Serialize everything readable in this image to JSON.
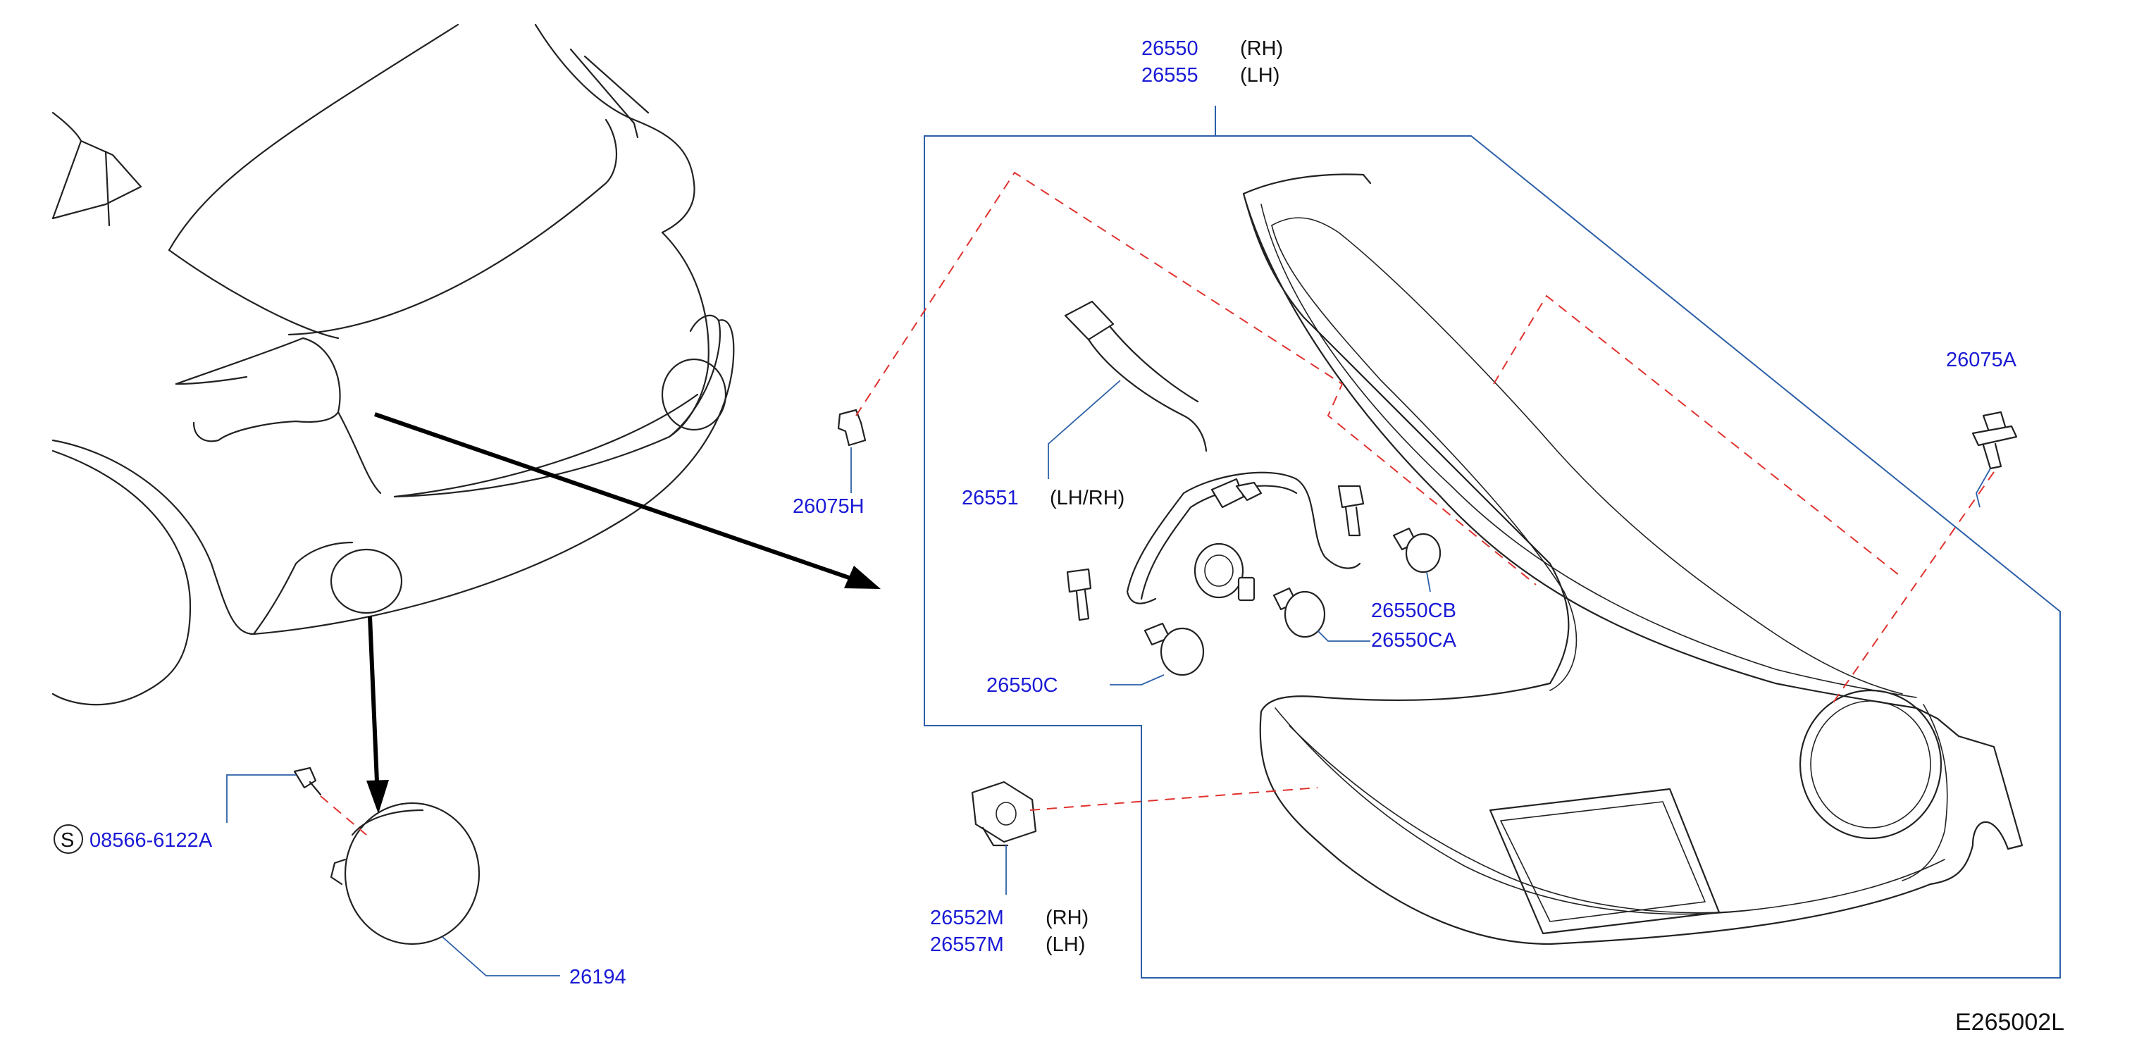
{
  "figure_id": "E265002L",
  "callouts": {
    "lamp_assy_rh": {
      "number": "26550",
      "side": "(RH)"
    },
    "lamp_assy_lh": {
      "number": "26555",
      "side": "(LH)"
    },
    "clip_26075A": {
      "number": "26075A"
    },
    "clip_26075H": {
      "number": "26075H"
    },
    "harness": {
      "number": "26551",
      "side": "(LH/RH)"
    },
    "bulb_26550CB": {
      "number": "26550CB"
    },
    "bulb_26550CA": {
      "number": "26550CA"
    },
    "bulb_26550C": {
      "number": "26550C"
    },
    "nut_rh": {
      "number": "26552M",
      "side": "(RH)"
    },
    "nut_lh": {
      "number": "26557M",
      "side": "(LH)"
    },
    "screw": {
      "symbol": "S",
      "number": "08566-6122A"
    },
    "reflex_reflector": {
      "number": "26194"
    }
  },
  "colors": {
    "part_number": "#1a1ad6",
    "leader_line": "#2b5fa8",
    "explode_dash": "#e0332f",
    "drawing_line": "#222222"
  }
}
